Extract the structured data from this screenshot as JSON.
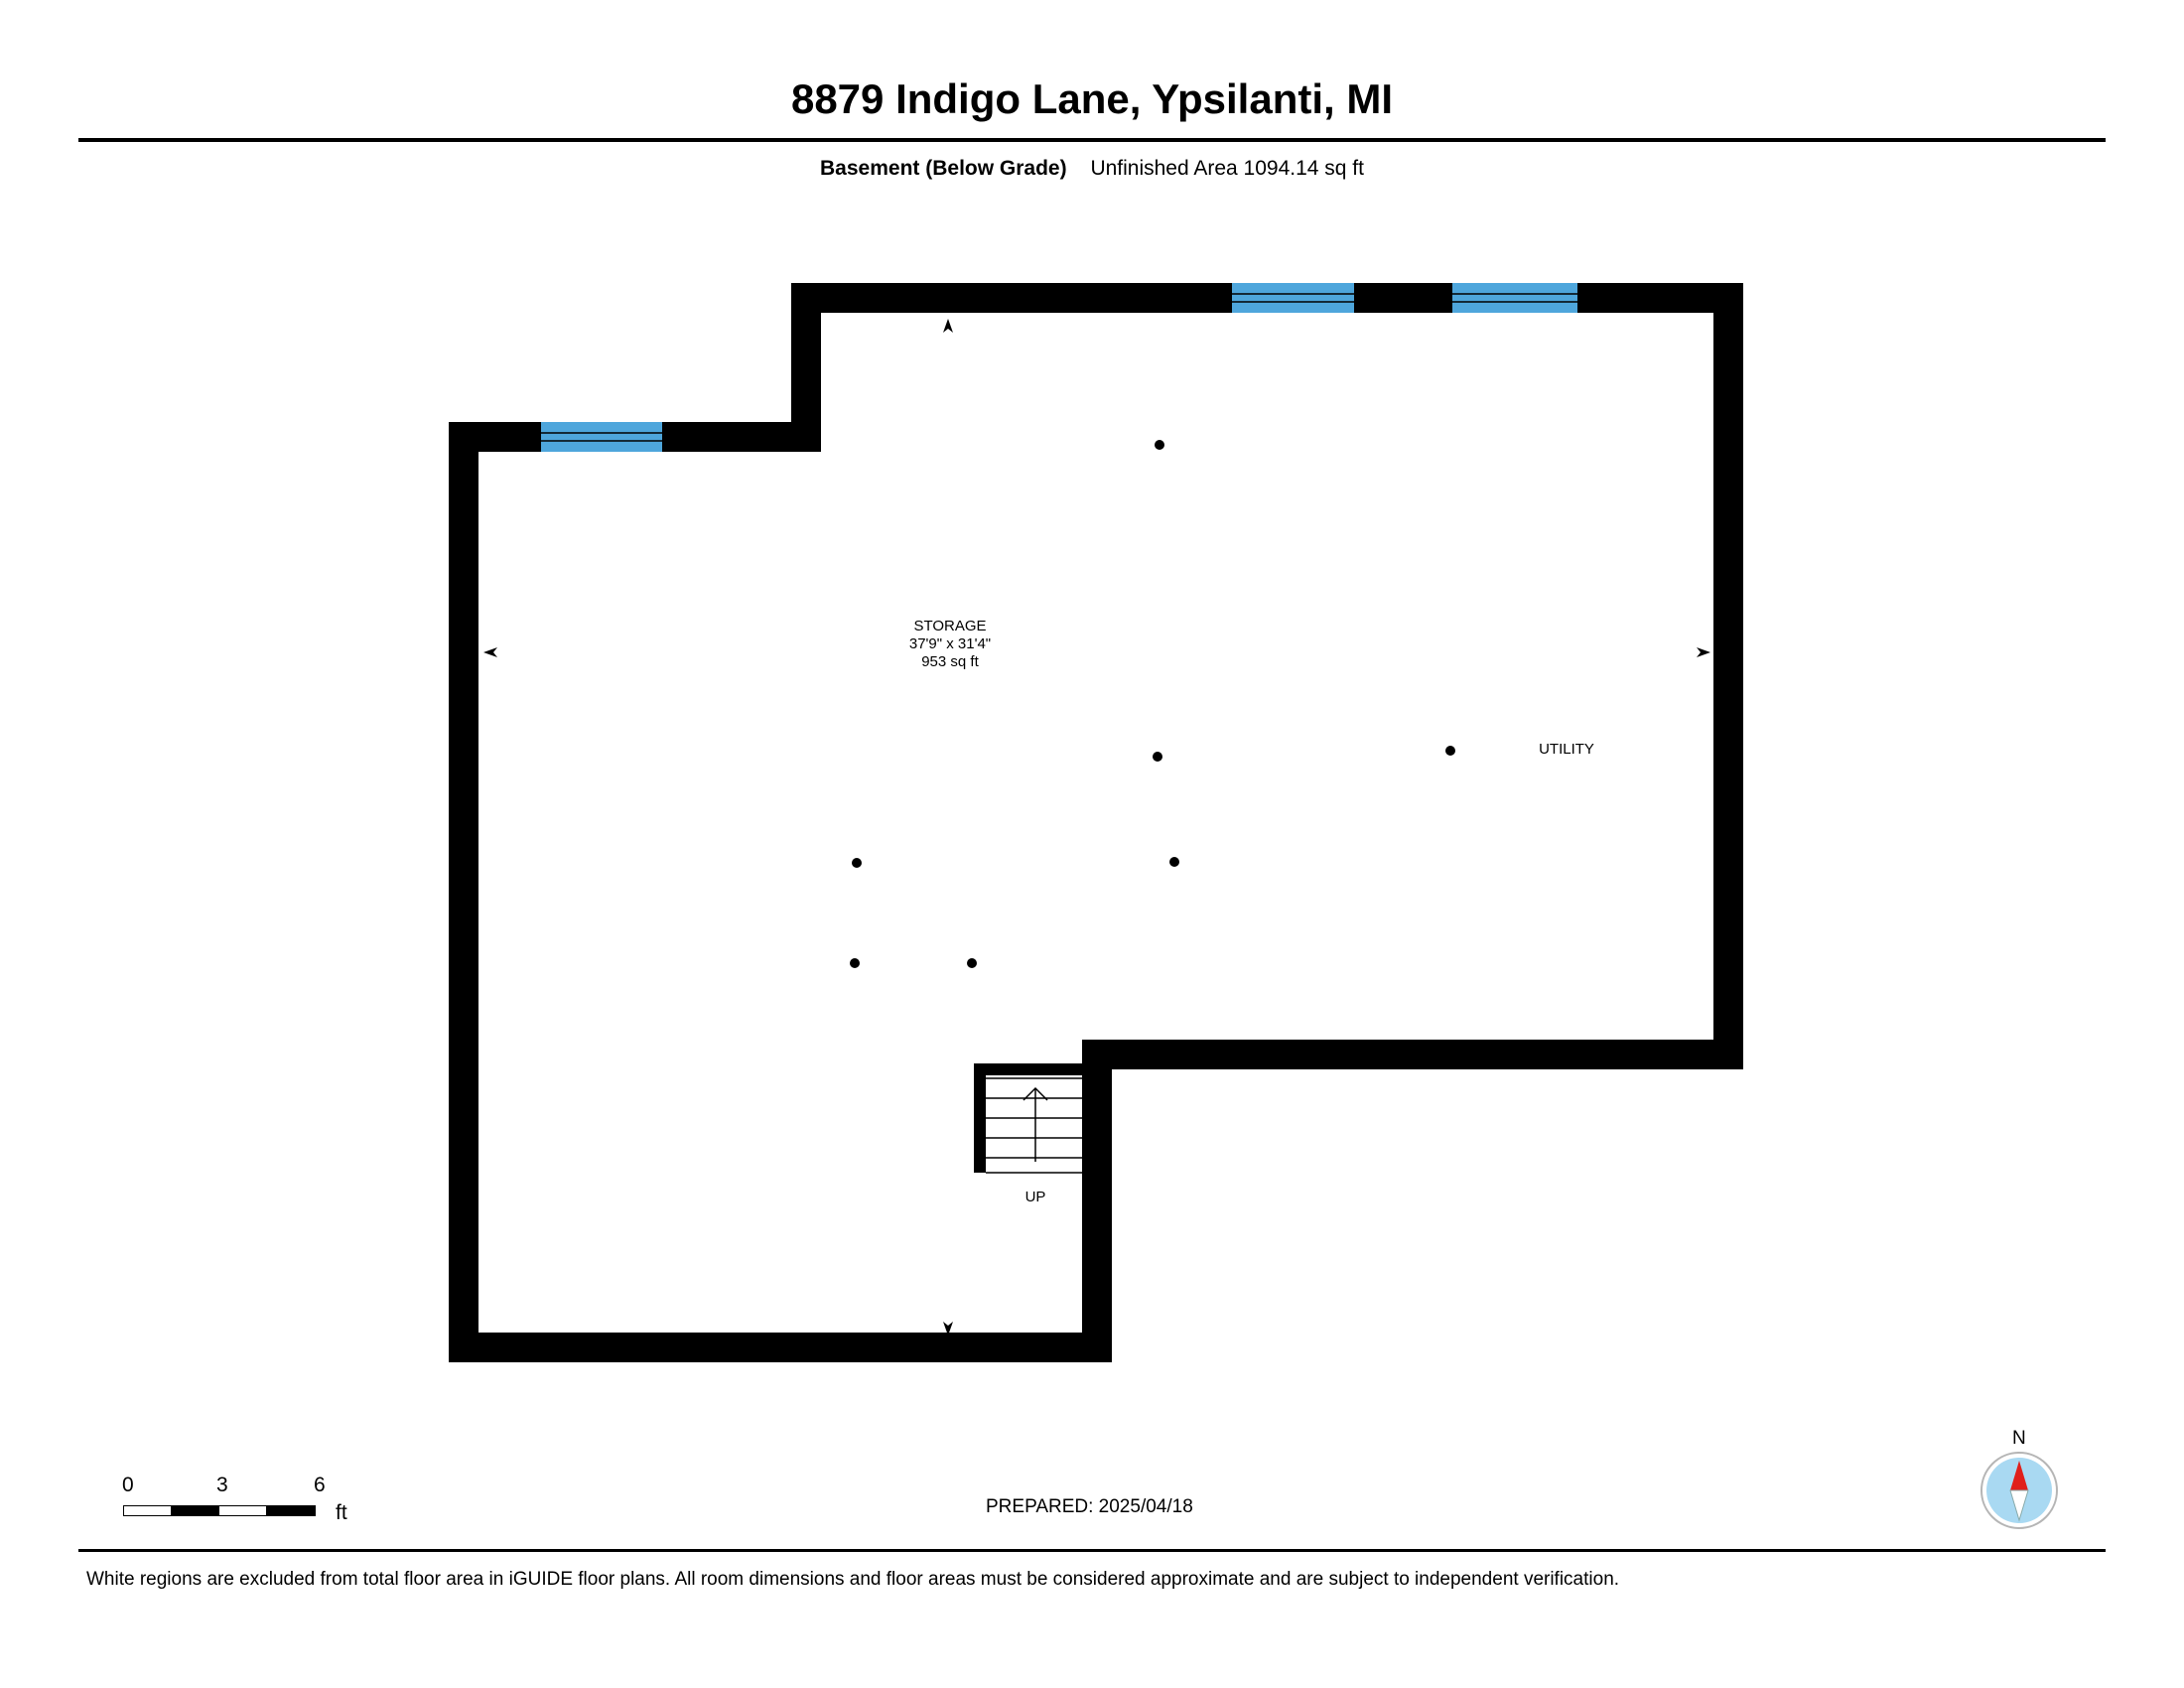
{
  "title": "8879 Indigo Lane, Ypsilanti, MI",
  "level": {
    "name": "Basement (Below Grade)",
    "area_text": "Unfinished Area 1094.14 sq ft"
  },
  "rooms": [
    {
      "name": "STORAGE",
      "dimensions": "37'9\" x 31'4\"",
      "area": "953 sq ft"
    },
    {
      "name": "UTILITY"
    }
  ],
  "stairs_label": "UP",
  "colors": {
    "wall": "#000000",
    "window": "#4ea6dc",
    "compass_ring": "#a9d9f2",
    "compass_needle": "#e0201b"
  },
  "scale_bar": {
    "ticks": [
      "0",
      "3",
      "6"
    ],
    "unit": "ft"
  },
  "compass": {
    "label": "N",
    "icon": "north-arrow-icon"
  },
  "prepared": "PREPARED: 2025/04/18",
  "disclaimer": "White regions are excluded from total floor area in iGUIDE floor plans. All room dimensions and floor areas must be considered approximate and are subject to independent verification."
}
